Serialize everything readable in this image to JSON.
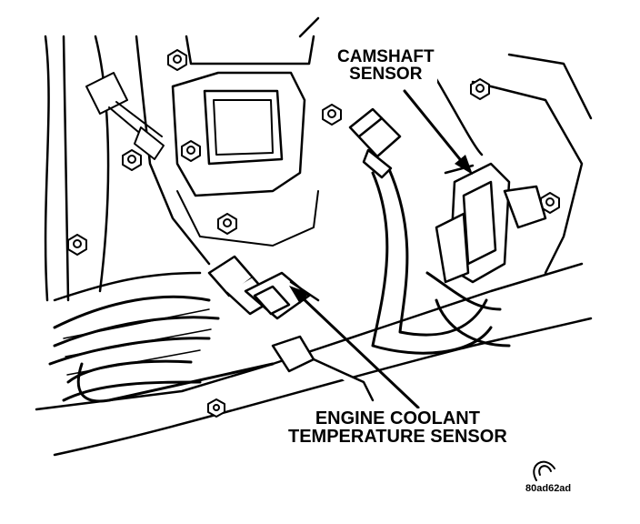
{
  "labels": {
    "camshaft_sensor": [
      "CAMSHAFT",
      "SENSOR"
    ],
    "engine_coolant_temperature_sensor": [
      "ENGINE COOLANT",
      "TEMPERATURE SENSOR"
    ]
  },
  "figure_code": "80ad62ad"
}
